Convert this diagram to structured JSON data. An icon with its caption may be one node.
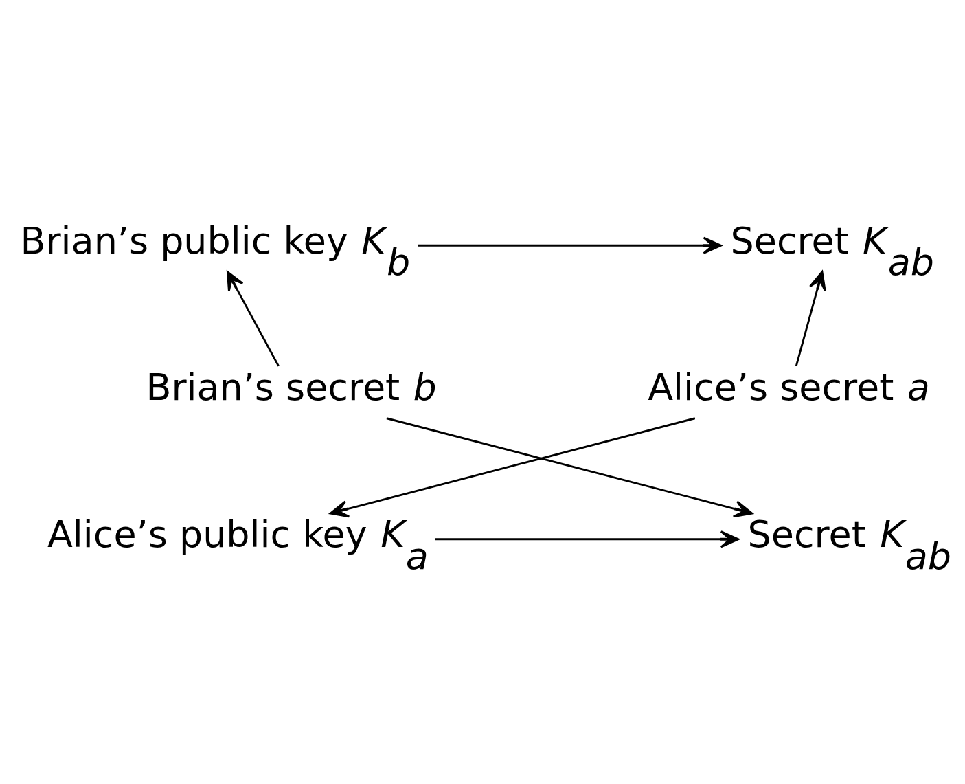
{
  "diagram": {
    "nodes": [
      {
        "text": [
          "Secret *K*$_{ab}$"
        ]
      },
      {
        "text": [
          "Brian’s public key *K*$_{b}$"
        ]
      },
      {
        "text": [
          "Alice’s secret *a*"
        ]
      },
      {
        "text": [
          "Brian’s secret *b*"
        ]
      },
      {
        "text": [
          "Alice’s public key *K*$_{a}$"
        ]
      },
      {
        "text": [
          "Secret *K*$_{ab}$"
        ]
      }
    ],
    "edges": [
      {
        "from": 1,
        "to": 0,
        "arrow": "to"
      },
      {
        "from": 2,
        "to": 0,
        "arrow": "to"
      },
      {
        "from": 3,
        "to": 1,
        "arrow": "to"
      },
      {
        "from": 2,
        "to": 4,
        "arrow": "to"
      },
      {
        "from": 3,
        "to": 5,
        "arrow": "to"
      },
      {
        "from": 4,
        "to": 5,
        "arrow": "to"
      }
    ]
  }
}
